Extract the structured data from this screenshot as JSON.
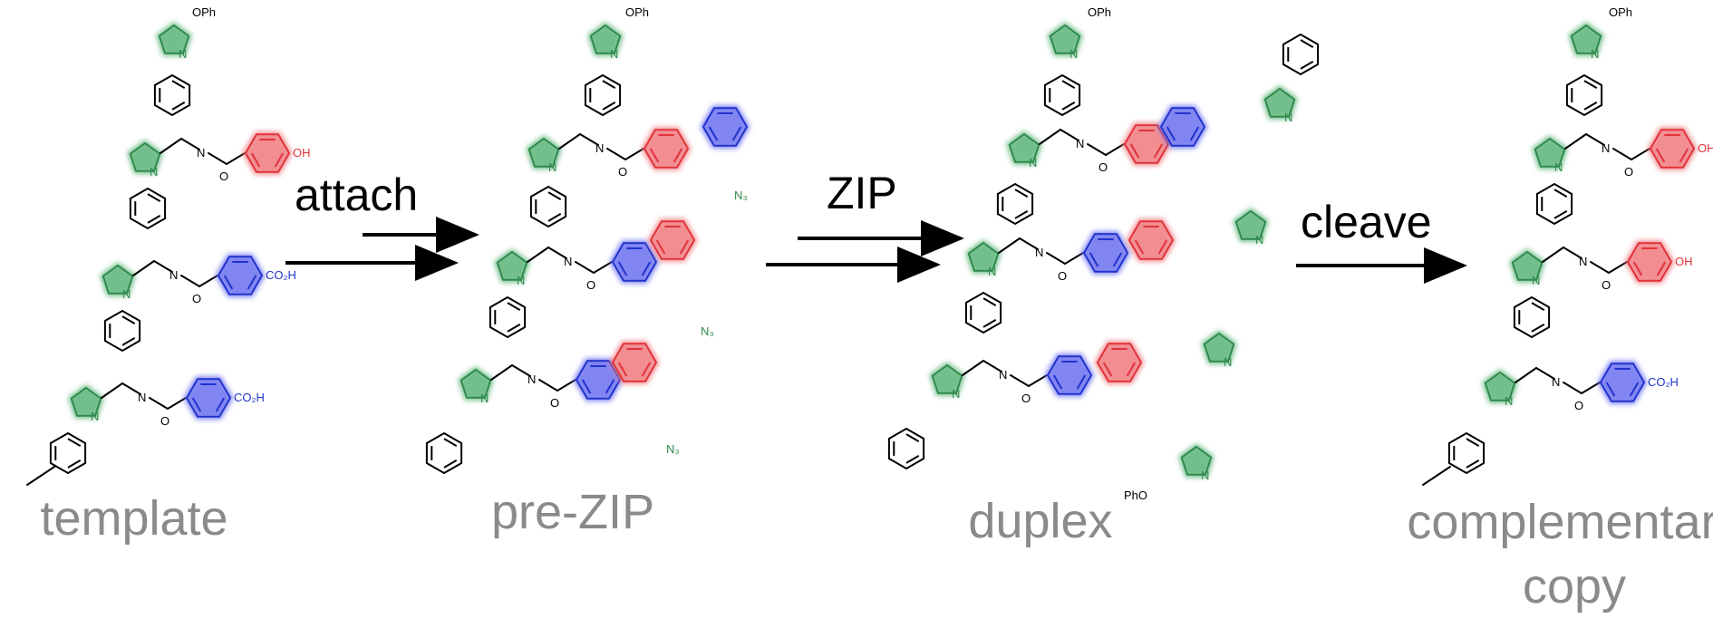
{
  "colors": {
    "triazole": "#2f8a4c",
    "triazole_glow": "#4fae70",
    "red_ring": "#e0333a",
    "red_glow": "#f07a7f",
    "blue_ring": "#2233cc",
    "blue_glow": "#6a6ff0",
    "stage_label": "#8a8a8a",
    "arrow": "#000000"
  },
  "labels": {
    "stage_1": "template",
    "stage_2": "pre-ZIP",
    "stage_3": "duplex",
    "stage_4_line1": "complementary",
    "stage_4_line2": "copy"
  },
  "steps": {
    "step_1": "attach",
    "step_2": "ZIP",
    "step_3": "cleave"
  },
  "atoms": {
    "oph": "OPh",
    "pho": "PhO",
    "oh": "OH",
    "co2h": "CO₂H",
    "n": "N",
    "o": "O",
    "n3": "N₃"
  }
}
